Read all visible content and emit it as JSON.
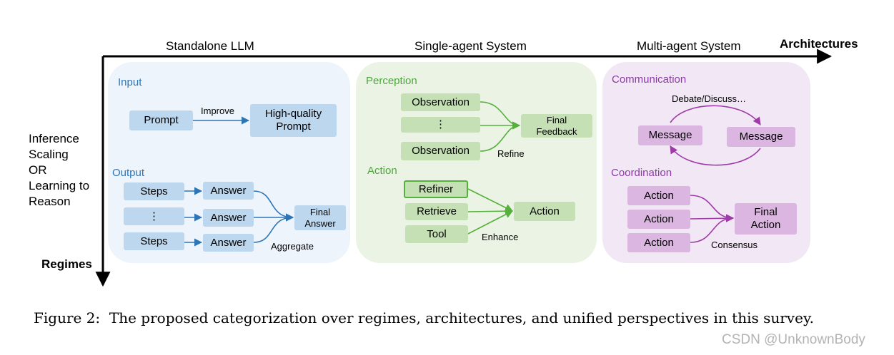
{
  "axes": {
    "x_label": "Architectures",
    "y_label": "Regimes",
    "columns": [
      "Standalone LLM",
      "Single-agent System",
      "Multi-agent System"
    ],
    "rows_label": "Inference\nScaling\nOR\nLearning to\nReason"
  },
  "standalone": {
    "input_title": "Input",
    "prompt": "Prompt",
    "improve": "Improve",
    "hq_prompt": "High-quality\nPrompt",
    "output_title": "Output",
    "steps1": "Steps",
    "steps_dots": "⋮",
    "steps3": "Steps",
    "answer1": "Answer",
    "answer2": "Answer",
    "answer3": "Answer",
    "final_answer": "Final\nAnswer",
    "aggregate": "Aggregate"
  },
  "single": {
    "perception_title": "Perception",
    "observation1": "Observation",
    "obs_dots": "⋮",
    "observation2": "Observation",
    "final_feedback": "Final\nFeedback",
    "refine": "Refine",
    "action_title": "Action",
    "refiner": "Refiner",
    "retrieve": "Retrieve",
    "tool": "Tool",
    "action": "Action",
    "enhance": "Enhance"
  },
  "multi": {
    "communication_title": "Communication",
    "debate": "Debate/Discuss…",
    "message1": "Message",
    "message2": "Message",
    "coordination_title": "Coordination",
    "action1": "Action",
    "action2": "Action",
    "action3": "Action",
    "final_action": "Final\nAction",
    "consensus": "Consensus"
  },
  "caption": "Figure 2:  The proposed categorization over regimes, architectures, and unified perspectives in this survey.",
  "watermark": "CSDN @UnknownBody",
  "colors": {
    "blue_panel": "#eef4fb",
    "blue_box": "#bdd7ee",
    "blue_arrow": "#2e75b6",
    "blue_title": "#2e75b6",
    "green_panel": "#ebf4e4",
    "green_box": "#c5e0b4",
    "green_arrow": "#56b03c",
    "green_title": "#4aa83a",
    "purple_panel": "#f1e7f5",
    "purple_box": "#dbb6e1",
    "purple_arrow": "#9f3aa8",
    "purple_title": "#8e3aa8"
  }
}
